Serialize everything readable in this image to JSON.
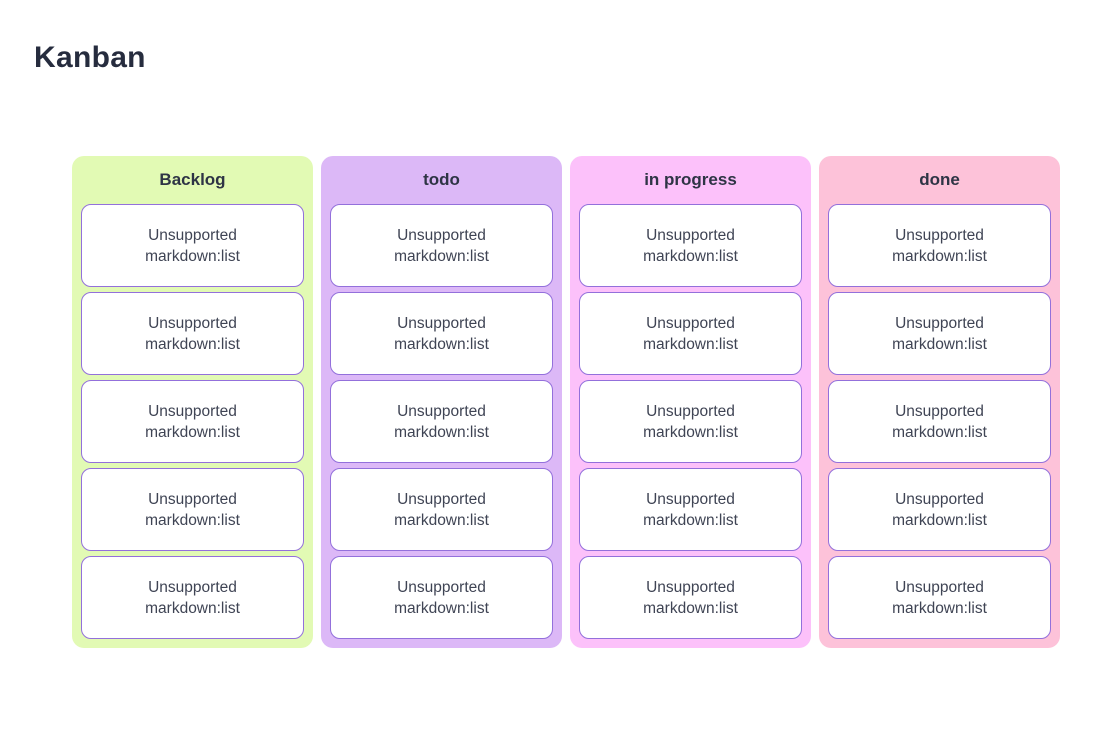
{
  "title": "Kanban",
  "colors": {
    "page_background": "#ffffff",
    "title_text": "#262c3e",
    "column_header_text": "#2e3445",
    "card_background": "#ffffff",
    "card_border": "#9370db",
    "card_text": "#3f4454"
  },
  "board": {
    "columns": [
      {
        "slug": "backlog",
        "label": "Backlog",
        "bg": "#e2fab4",
        "cards": [
          {
            "lines": [
              "Unsupported",
              "markdown:list"
            ]
          },
          {
            "lines": [
              "Unsupported",
              "markdown:list"
            ]
          },
          {
            "lines": [
              "Unsupported",
              "markdown:list"
            ]
          },
          {
            "lines": [
              "Unsupported",
              "markdown:list"
            ]
          },
          {
            "lines": [
              "Unsupported",
              "markdown:list"
            ]
          }
        ]
      },
      {
        "slug": "todo",
        "label": "todo",
        "bg": "#dcb8f7",
        "cards": [
          {
            "lines": [
              "Unsupported",
              "markdown:list"
            ]
          },
          {
            "lines": [
              "Unsupported",
              "markdown:list"
            ]
          },
          {
            "lines": [
              "Unsupported",
              "markdown:list"
            ]
          },
          {
            "lines": [
              "Unsupported",
              "markdown:list"
            ]
          },
          {
            "lines": [
              "Unsupported",
              "markdown:list"
            ]
          }
        ]
      },
      {
        "slug": "in-progress",
        "label": "in progress",
        "bg": "#fcc1fa",
        "cards": [
          {
            "lines": [
              "Unsupported",
              "markdown:list"
            ]
          },
          {
            "lines": [
              "Unsupported",
              "markdown:list"
            ]
          },
          {
            "lines": [
              "Unsupported",
              "markdown:list"
            ]
          },
          {
            "lines": [
              "Unsupported",
              "markdown:list"
            ]
          },
          {
            "lines": [
              "Unsupported",
              "markdown:list"
            ]
          }
        ]
      },
      {
        "slug": "done",
        "label": "done",
        "bg": "#fdc2d9",
        "cards": [
          {
            "lines": [
              "Unsupported",
              "markdown:list"
            ]
          },
          {
            "lines": [
              "Unsupported",
              "markdown:list"
            ]
          },
          {
            "lines": [
              "Unsupported",
              "markdown:list"
            ]
          },
          {
            "lines": [
              "Unsupported",
              "markdown:list"
            ]
          },
          {
            "lines": [
              "Unsupported",
              "markdown:list"
            ]
          }
        ]
      }
    ]
  }
}
